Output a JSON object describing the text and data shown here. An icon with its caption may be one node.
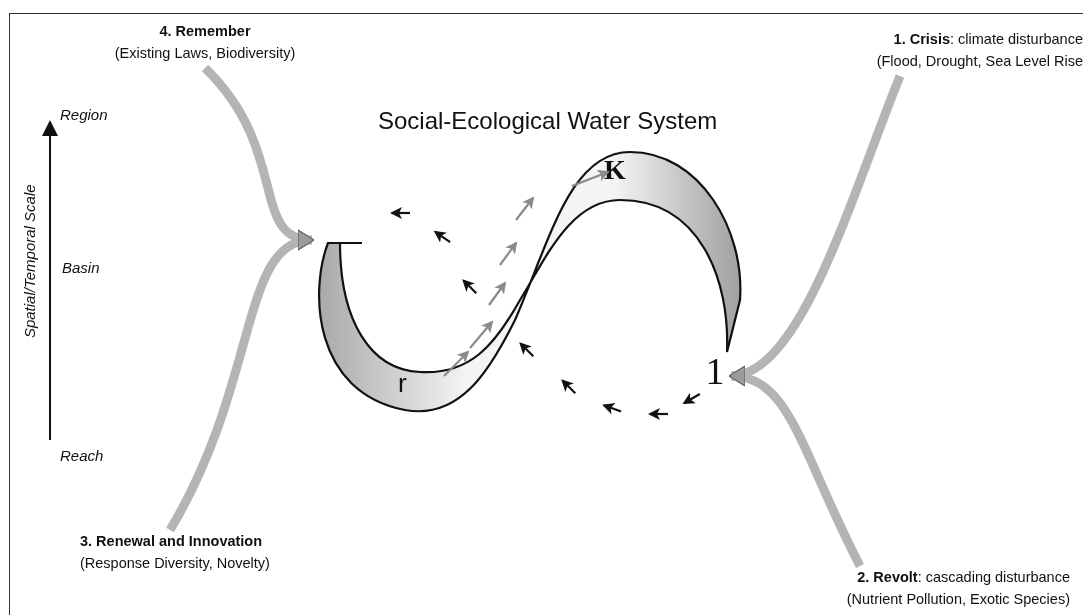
{
  "diagram": {
    "title": "Social-Ecological Water System",
    "nodes": [
      {
        "text": [
          "4. Remember",
          "(Existing Laws, Biodiversity)"
        ]
      },
      {
        "text": [
          "**1. Crisis**: climate disturbance",
          "(Flood, Drought, Sea Level Rise"
        ]
      },
      {
        "text": [
          "K",
          "r"
        ]
      },
      {
        "text": [
          "1"
        ]
      },
      {
        "text": [
          "3. Renewal and Innovation",
          "(Response Diversity, Novelty)"
        ]
      },
      {
        "text": [
          "**2. Revolt**: cascading disturbance",
          "(Nutrient Pollution, Exotic Species)"
        ]
      }
    ],
    "edges": [
      {
        "from": 1,
        "to": 3,
        "arrow": "to"
      },
      {
        "from": 5,
        "to": 3,
        "arrow": "to"
      },
      {
        "from": 0,
        "to": 2,
        "arrow": "to"
      },
      {
        "from": 4,
        "to": 2,
        "arrow": "to"
      }
    ],
    "labels": [
      "Region",
      "Spatial/Temporal Scale",
      "Basin",
      "Reach"
    ]
  }
}
